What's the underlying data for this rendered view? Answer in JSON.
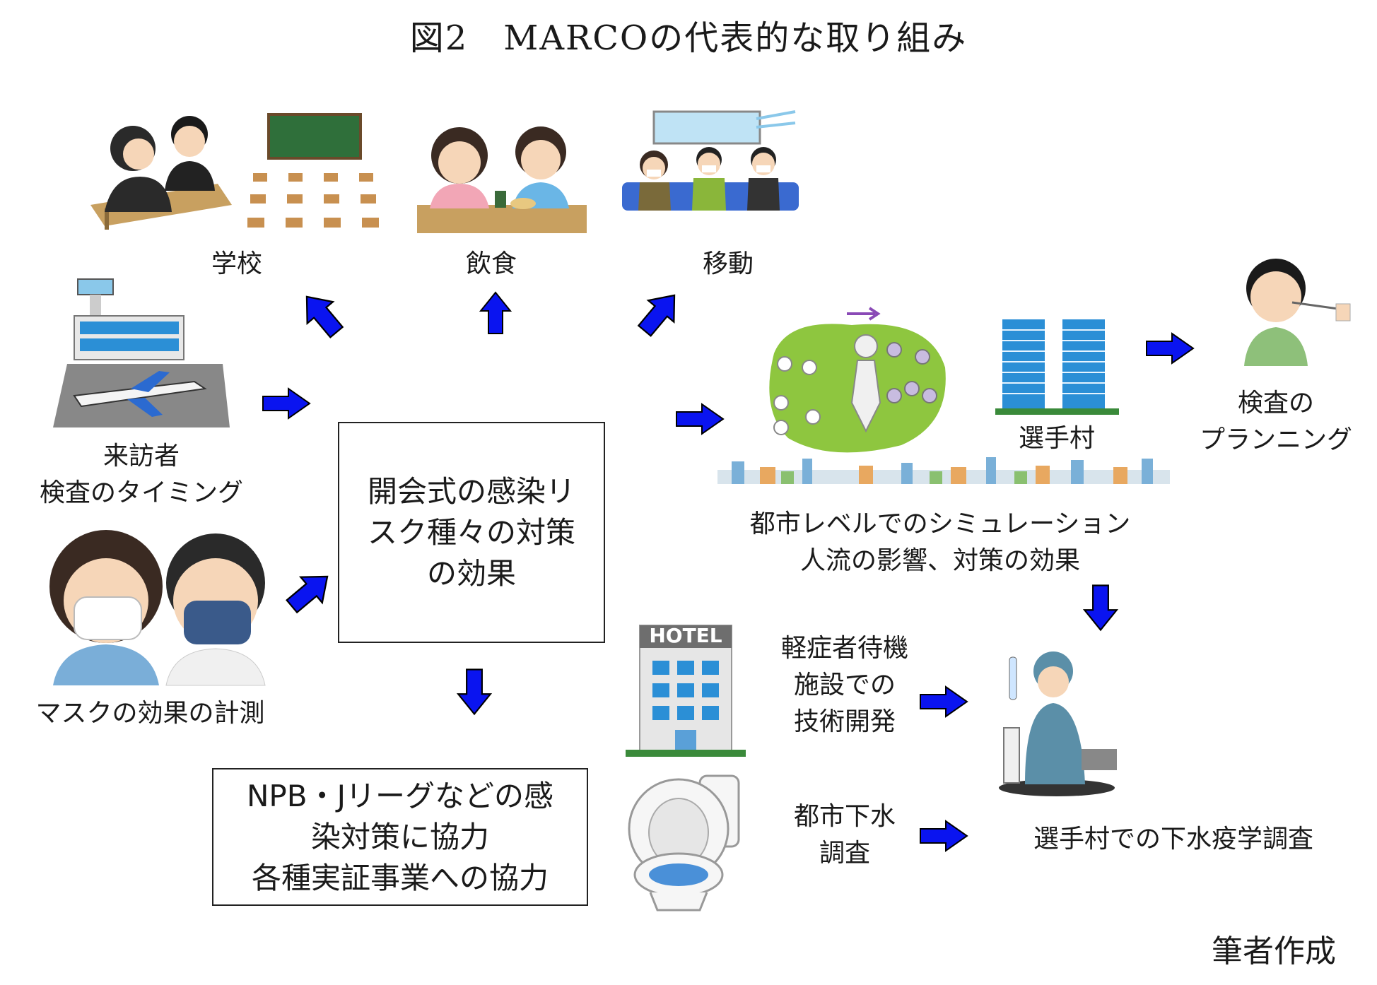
{
  "title": "図2　MARCOの代表的な取り組み",
  "labels": {
    "school": "学校",
    "dining": "飲食",
    "travel": "移動",
    "visitor": [
      "来訪者",
      "検査のタイミング"
    ],
    "mask": "マスクの効果の計測",
    "center_box": [
      "開会式の感染リ",
      "スク種々の対策",
      "の効果"
    ],
    "npb_box": [
      "NPB・Jリーグなどの感",
      "染対策に協力",
      "各種実証事業への協力"
    ],
    "athletes_village": "選手村",
    "test_planning": [
      "検査の",
      "プランニング"
    ],
    "city_sim": [
      "都市レベルでのシミュレーション",
      "人流の影響、対策の効果"
    ],
    "hotel_sign": "HOTEL",
    "mild_facility": [
      "軽症者待機",
      "施設での",
      "技術開発"
    ],
    "sewage": [
      "都市下水",
      "調査"
    ],
    "village_sewage": "選手村での下水疫学調査",
    "credit": "筆者作成"
  },
  "colors": {
    "arrow_fill": "#0a14f0",
    "arrow_stroke": "#000000",
    "green_park": "#8ec63f",
    "building_blue": "#2b8fd6",
    "uniform_blue": "#5b8fa8"
  }
}
